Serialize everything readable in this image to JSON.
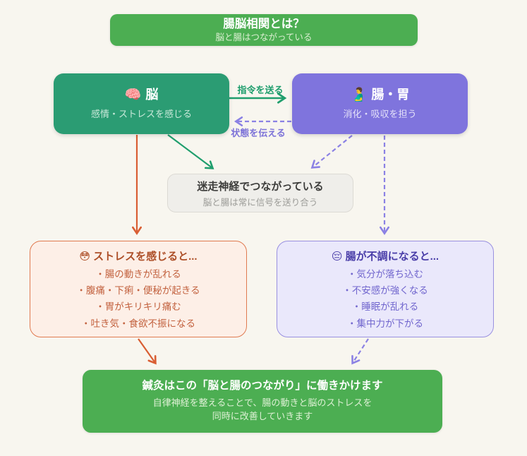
{
  "header": {
    "title": "腸脳相関とは？",
    "subtitle": "脳と腸はつながっている"
  },
  "brain": {
    "emoji": "🧠",
    "title": "脳",
    "subtitle": "感情・ストレスを感じる"
  },
  "gut": {
    "emoji": "🫃",
    "title": "腸・胃",
    "subtitle": "消化・吸収を担う"
  },
  "flow": {
    "command_label": "指令を送る",
    "status_label": "状態を伝える"
  },
  "vagus": {
    "title": "迷走神経でつながっている",
    "subtitle": "脳と腸は常に信号を送り合う"
  },
  "stress": {
    "emoji": "😳",
    "title": "ストレスを感じると...",
    "items": [
      "・腸の動きが乱れる",
      "・腹痛・下痢・便秘が起きる",
      "・胃がキリキリ痛む",
      "・吐き気・食欲不振になる"
    ]
  },
  "mood": {
    "emoji": "😔",
    "title": "腸が不調になると...",
    "items": [
      "・気分が落ち込む",
      "・不安感が強くなる",
      "・睡眠が乱れる",
      "・集中力が下がる"
    ]
  },
  "footer": {
    "title": "鍼灸はこの「脳と腸のつながり」に働きかけます",
    "line1": "自律神経を整えることで、腸の動きと脳のストレスを",
    "line2": "同時に改善していきます"
  },
  "colors": {
    "background": "#f8f6ef",
    "green": "#4cae52",
    "teal": "#2b9c73",
    "purple": "#7f74dd",
    "arrow_green": "#1f9e6d",
    "arrow_orange": "#d95e33",
    "arrow_purple": "#8b81e4",
    "stress_border": "#e07a50",
    "mood_border": "#9990e0"
  }
}
